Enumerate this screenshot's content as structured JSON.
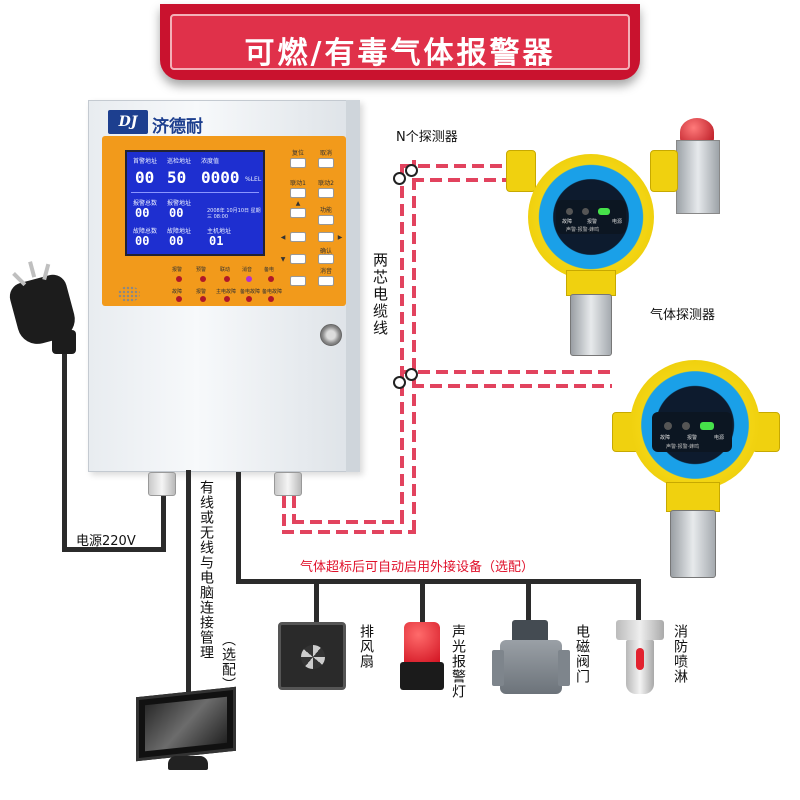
{
  "title": "可燃/有毒气体报警器",
  "controller": {
    "brand_logo": "DJ",
    "brand_name": "济德耐",
    "lcd": {
      "headers": [
        "首警地址",
        "巡检地址",
        "浓度值"
      ],
      "values": [
        "00",
        "50",
        "0000"
      ],
      "unit": "%LEL",
      "row2_labels": [
        "报警总数",
        "报警地址"
      ],
      "row2_values": [
        "00",
        "00"
      ],
      "row3_labels": [
        "故障总数",
        "故障地址",
        "主机地址"
      ],
      "row3_values": [
        "00",
        "00",
        "01"
      ],
      "datetime": "2008年 10月10日 星期三 08:00"
    },
    "keys": [
      {
        "label": "复位"
      },
      {
        "label": "取消"
      },
      {
        "label": "联动1"
      },
      {
        "label": "联动2"
      },
      {
        "label": "▲"
      },
      {
        "label": "功能"
      },
      {
        "label": "◀"
      },
      {
        "label": "▶"
      },
      {
        "label": "▼"
      },
      {
        "label": "确认"
      },
      {
        "label": ""
      },
      {
        "label": "消音"
      }
    ],
    "leds_row1": [
      "报警",
      "预警",
      "联动",
      "消音",
      "备电"
    ],
    "leds_row2": [
      "故障",
      "报警",
      "主电故障",
      "备电故障",
      "备电故障"
    ]
  },
  "labels": {
    "n_detectors": "N个探测器",
    "two_core_cable": "两芯电缆线",
    "gas_detector": "气体探测器",
    "power": "电源220V",
    "pc_link": "有线或无线与电脑连接管理",
    "pc_link_optional": "（选配）",
    "auto_enable": "气体超标后可自动启用外接设备（选配）"
  },
  "detector": {
    "screen_labels": [
      "电源",
      "故障",
      "报警"
    ],
    "footer": "声警·报警·蜂鸣"
  },
  "devices": [
    {
      "name": "排风扇",
      "icon": "exhaust-fan-icon"
    },
    {
      "name": "声光报警灯",
      "icon": "siren-icon"
    },
    {
      "name": "电磁阀门",
      "icon": "solenoid-valve-icon"
    },
    {
      "name": "消防喷淋",
      "icon": "sprinkler-icon"
    }
  ],
  "colors": {
    "title_bg": "#c9122e",
    "panel_orange": "#f29a1b",
    "lcd_blue": "#1e2fd0",
    "dashed_line": "#e2435e",
    "detector_yellow": "#f3d514",
    "detector_blue": "#1aa0e8",
    "red_text": "#e0112b"
  }
}
